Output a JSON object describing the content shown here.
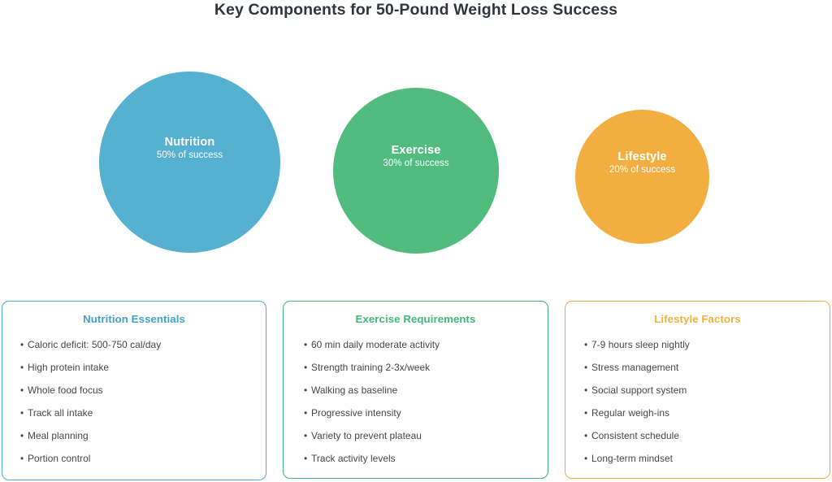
{
  "title": "Key Components for 50-Pound Weight Loss Success",
  "colors": {
    "nutrition": "#56B0D0",
    "exercise": "#51BC7E",
    "lifestyle": "#F2AE40",
    "nutrition_heading": "#3FA3C9",
    "exercise_heading": "#3CBC78",
    "lifestyle_heading": "#F0B23D",
    "background": "#FFFFFF",
    "title_text": "#2F3640",
    "body_text": "#44444D"
  },
  "circles": [
    {
      "key": "nutrition",
      "label": "Nutrition",
      "subtitle": "50% of success",
      "percent": 50,
      "color": "#56B0D0"
    },
    {
      "key": "exercise",
      "label": "Exercise",
      "subtitle": "30% of success",
      "percent": 30,
      "color": "#51BC7E"
    },
    {
      "key": "lifestyle",
      "label": "Lifestyle",
      "subtitle": "20% of success",
      "percent": 20,
      "color": "#F2AE40"
    }
  ],
  "cards": [
    {
      "key": "nutrition",
      "heading": "Nutrition Essentials",
      "bullet": "•",
      "items": [
        "Caloric deficit: 500-750 cal/day",
        "High protein intake",
        "Whole food focus",
        "Track all intake",
        "Meal planning",
        "Portion control"
      ]
    },
    {
      "key": "exercise",
      "heading": "Exercise Requirements",
      "bullet": "•",
      "items": [
        "60 min daily moderate activity",
        "Strength training 2-3x/week",
        "Walking as baseline",
        "Progressive intensity",
        "Variety to prevent plateau",
        "Track activity levels"
      ]
    },
    {
      "key": "lifestyle",
      "heading": "Lifestyle Factors",
      "bullet": "•",
      "items": [
        "7-9 hours sleep nightly",
        "Stress management",
        "Social support system",
        "Regular weigh-ins",
        "Consistent schedule",
        "Long-term mindset"
      ]
    }
  ],
  "chart_data": {
    "type": "pie",
    "title": "Key Components for 50-Pound Weight Loss Success",
    "xlabel": "",
    "ylabel": "",
    "categories": [
      "Nutrition",
      "Exercise",
      "Lifestyle"
    ],
    "values": [
      50,
      30,
      20
    ],
    "value_labels": [
      "50% of success",
      "30% of success",
      "20% of success"
    ],
    "colors": [
      "#56B0D0",
      "#51BC7E",
      "#F2AE40"
    ],
    "units": "percent of success",
    "legend": "none",
    "grid": false,
    "note": "Proportional circle (bubble) diagram: circle area/diameter scales with each component's share of weight-loss success."
  }
}
